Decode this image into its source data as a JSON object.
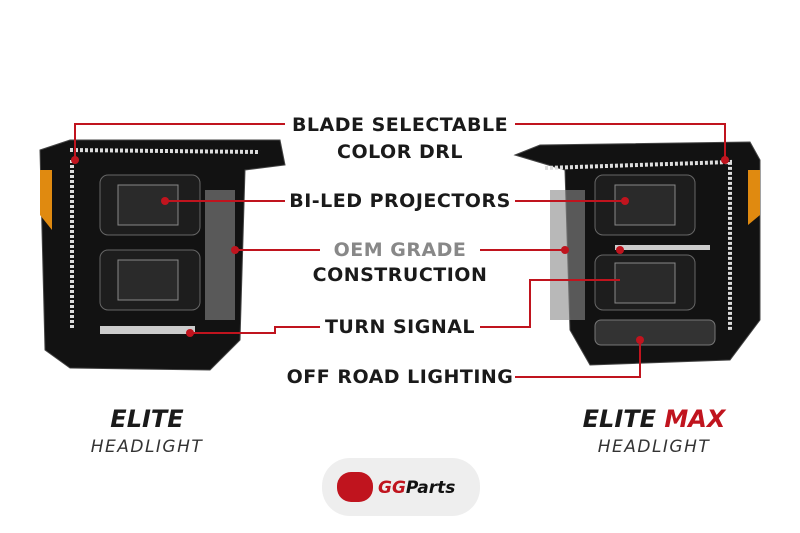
{
  "callouts": {
    "blade_line1": "BLADE SELECTABLE",
    "blade_line2": "COLOR DRL",
    "projectors": "BI-LED PROJECTORS",
    "oem_line1": "OEM GRADE",
    "oem_line2": "CONSTRUCTION",
    "turn": "TURN SIGNAL",
    "offroad": "OFF ROAD LIGHTING"
  },
  "left_product": {
    "name": "ELITE",
    "sub": "HEADLIGHT"
  },
  "right_product": {
    "name": "ELITE",
    "name_accent": "MAX",
    "sub": "HEADLIGHT"
  },
  "watermark": {
    "brand_a": "GG",
    "brand_b": "Parts"
  },
  "colors": {
    "accent": "#c0141e",
    "text": "#1a1a1a"
  }
}
